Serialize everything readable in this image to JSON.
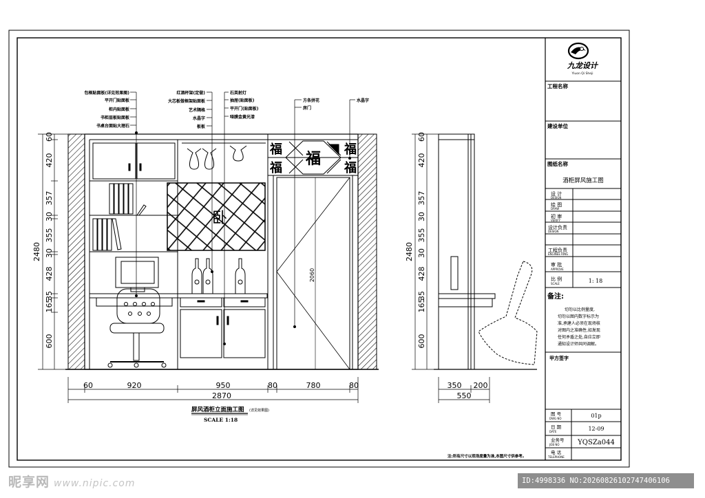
{
  "plan_title": "屏风酒柜立面施工图",
  "plan_subtitle": "(详见效果图)",
  "plan_scale": "SCALE 1:18",
  "bottom_note": "注:所有尺寸以现场度量为准,本图尺寸供参考。",
  "left_callouts": [
    "包框贴面板(详见效果图)",
    "平开门贴面板",
    "柜内贴面板",
    "书柜层板贴面板",
    "书桌台面贴大理石"
  ],
  "mid_callouts": [
    "红酒杯架(定做)",
    "大芯板做框架贴面板",
    "艺术隔格",
    "水晶字",
    "板板"
  ],
  "right_callouts": [
    "石英射灯",
    "抽屉(贴面板)",
    "平开门(贴面板)",
    "哑膜金黄光漆"
  ],
  "door_callouts": [
    "方条拼花",
    "房门"
  ],
  "crystal_callout": "水晶字",
  "fu_char": "福",
  "door_height": "2060",
  "heights_left": [
    "60",
    "420",
    "357",
    "30",
    "355",
    "30",
    "428",
    "35",
    "165",
    "600"
  ],
  "total_height": "2480",
  "widths_bottom": [
    "60",
    "920",
    "950",
    "80",
    "780",
    "80"
  ],
  "total_width": "2870",
  "side_widths": [
    "350",
    "200"
  ],
  "side_total": "550",
  "titleblock": {
    "company": "九龙设计",
    "company_sub": "Yiuon Qi Sheji",
    "project_name_label": "工程名称",
    "build_unit_label": "建设单位",
    "drawing_name_label": "图纸名称",
    "drawing_name": "酒柜屏风施工图",
    "rows": [
      {
        "cn": "设  计",
        "en": "DESIGN"
      },
      {
        "cn": "绘  图",
        "en": "DRAW"
      },
      {
        "cn": "初  审",
        "en": "VERIFY"
      },
      {
        "cn": "设计负责",
        "en": "DESIGN"
      },
      {
        "cn": "工程负责",
        "en": "ENGINEE RING"
      },
      {
        "cn": "审  批",
        "en": "APPROVE"
      },
      {
        "cn": "比  例",
        "en": "SCALE"
      }
    ],
    "scale_value": "1: 18",
    "remark_label": "备注:",
    "remark_text": [
      "切勿以比例量度,",
      "切勿以图内数字标示为",
      "准,承建人必须在现场核",
      "对图内之准确性,如发现",
      "任何矛盾之处,自应立即",
      "通知设计师共同调解。"
    ],
    "client_sign": "甲方签字",
    "bottom_rows": [
      {
        "cn": "图  号",
        "en": "DWG NO",
        "value": "01p"
      },
      {
        "cn": "日  期",
        "en": "DATE",
        "value": "12-09"
      },
      {
        "cn": "业务号",
        "en": "JOB NO",
        "value": "YQSZa044"
      },
      {
        "cn": "电  话",
        "en": "TELEPHONE",
        "value": ""
      }
    ]
  },
  "watermark_left": "昵享网",
  "watermark_left_url": "www.nipic.com",
  "watermark_right": "ID:4998336 NO:20260826102747406106"
}
